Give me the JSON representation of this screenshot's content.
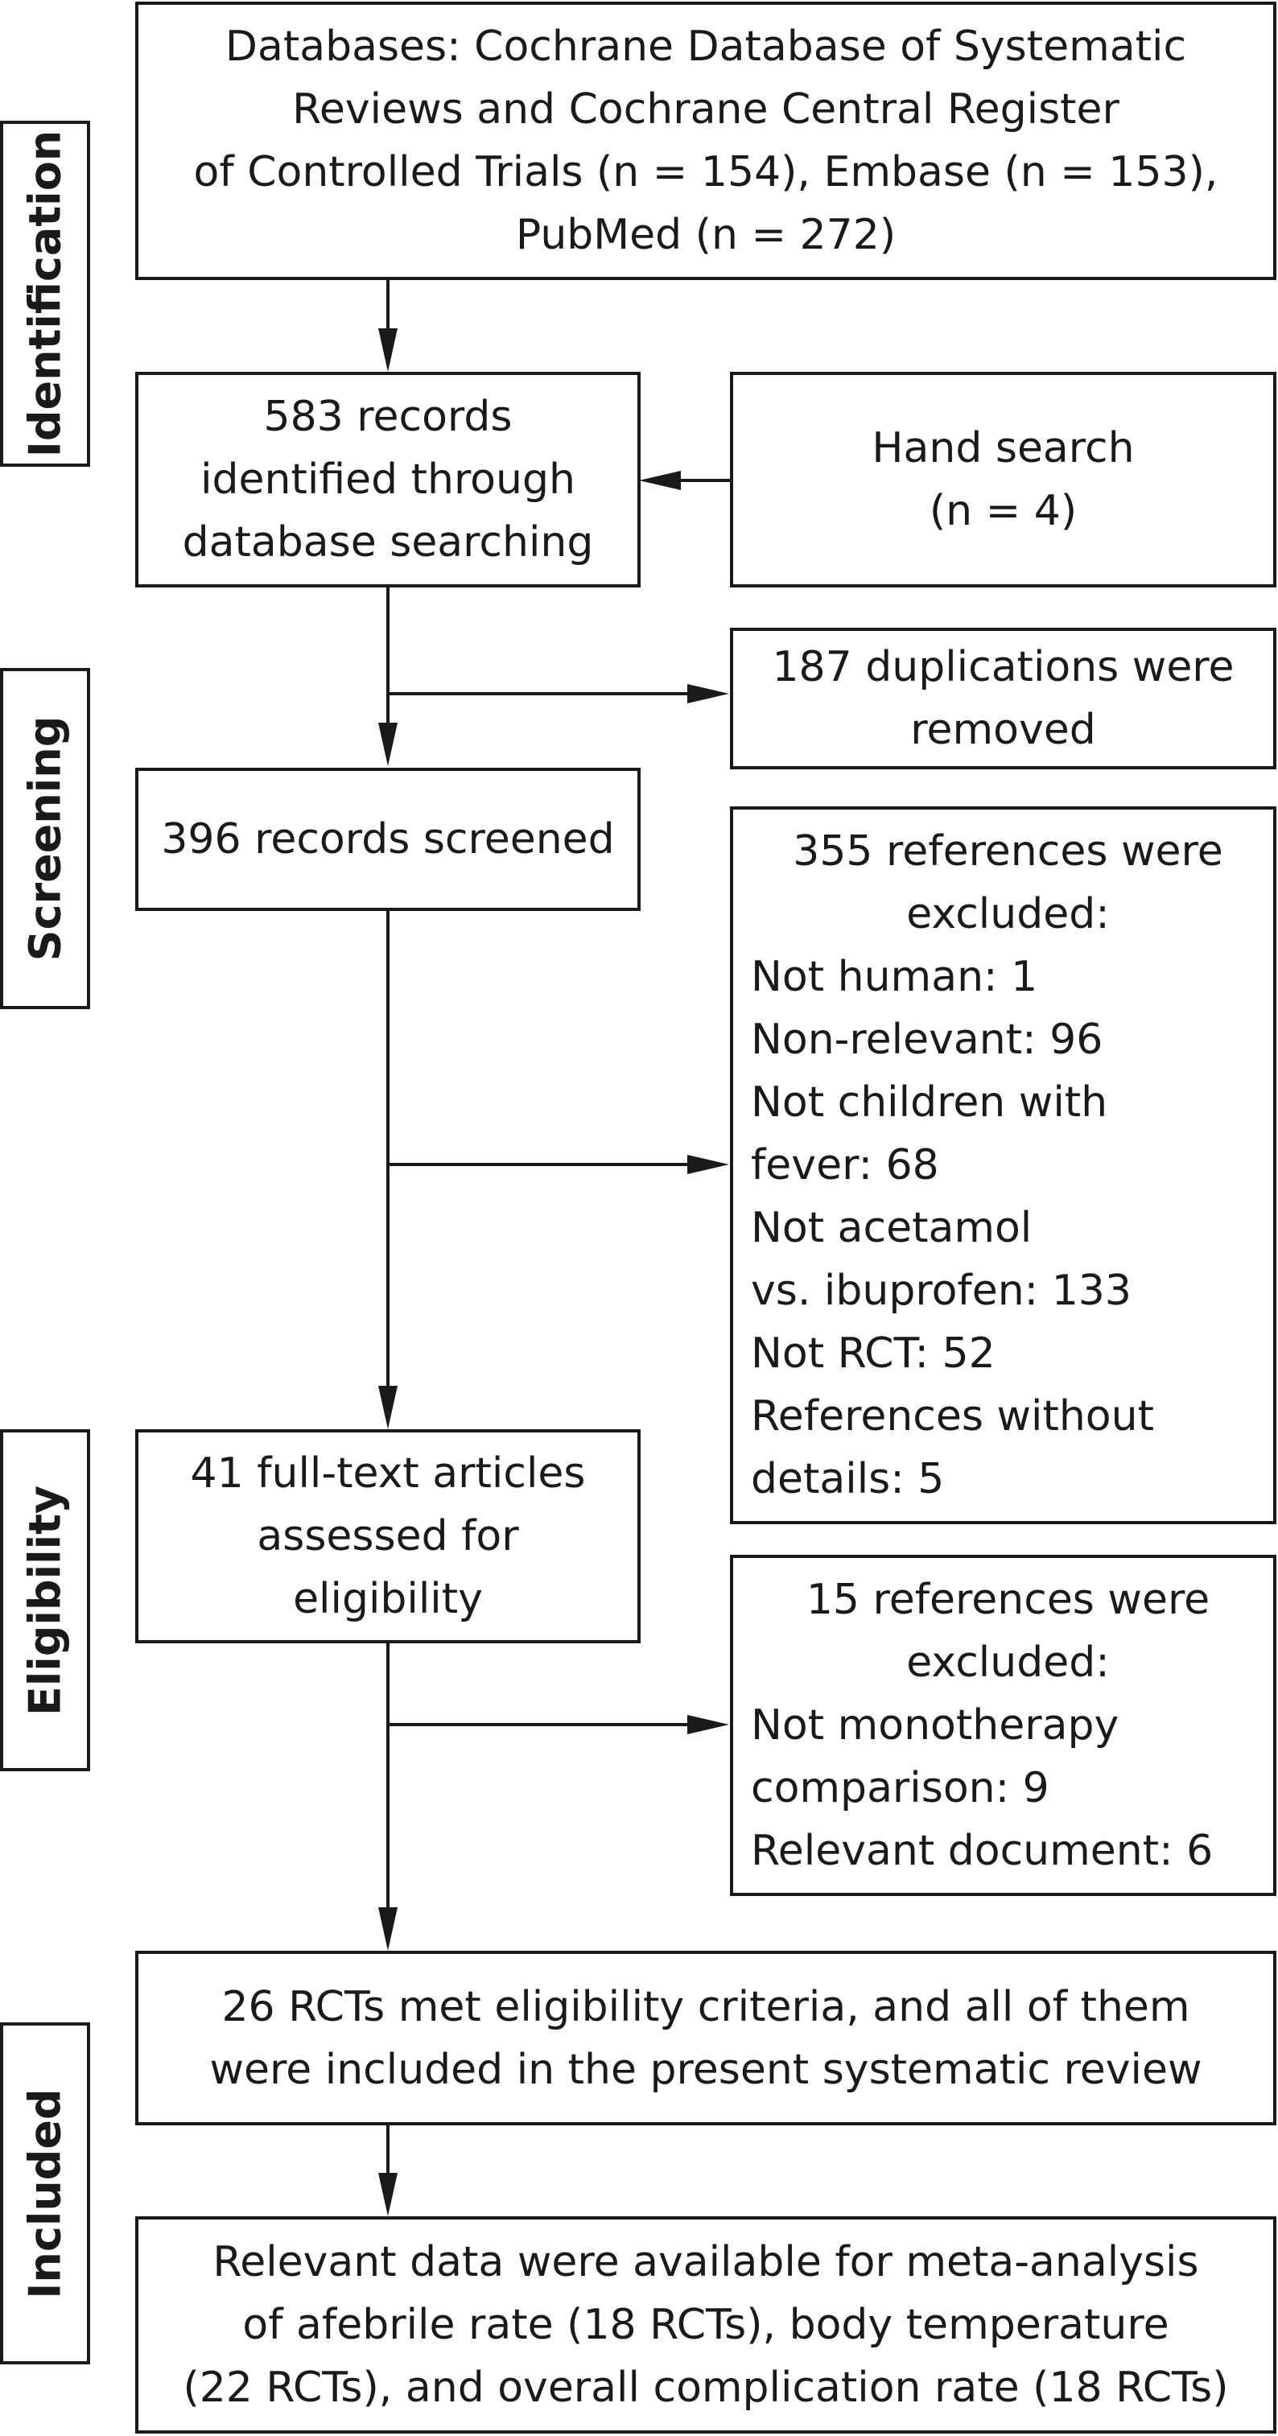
{
  "stages": {
    "identification": "Identification",
    "screening": "Screening",
    "eligibility": "Eligibility",
    "included": "Included"
  },
  "databases": [
    "Databases: Cochrane Database of Systematic",
    "Reviews and Cochrane Central Register",
    "of Controlled Trials (n = 154), Embase (n = 153),",
    "PubMed (n = 272)"
  ],
  "identified": [
    "583 records",
    "identified through",
    "database searching"
  ],
  "hand_search": [
    "Hand search",
    "(n = 4)"
  ],
  "duplicates": [
    "187 duplications were",
    "removed"
  ],
  "screened": [
    "396 records screened"
  ],
  "excluded_screen": {
    "header": [
      "355 references were",
      "excluded:"
    ],
    "items": [
      "Not human: 1",
      "Non-relevant: 96",
      "Not children with",
      "fever: 68",
      "Not acetamol",
      "vs. ibuprofen: 133",
      "Not RCT: 52",
      "References without",
      "details: 5"
    ]
  },
  "full_text": [
    "41 full-text articles",
    "assessed for",
    "eligibility"
  ],
  "excluded_full": {
    "header": [
      "15 references were",
      "excluded:"
    ],
    "items": [
      "Not monotherapy",
      "comparison: 9",
      "Relevant document: 6"
    ]
  },
  "included_box": [
    "26 RCTs met eligibility criteria, and all of them",
    "were included in the present systematic review"
  ],
  "meta_box": [
    "Relevant data were available for meta-analysis",
    "of afebrile rate (18 RCTs), body temperature",
    "(22 RCTs), and overall complication rate (18 RCTs)"
  ]
}
